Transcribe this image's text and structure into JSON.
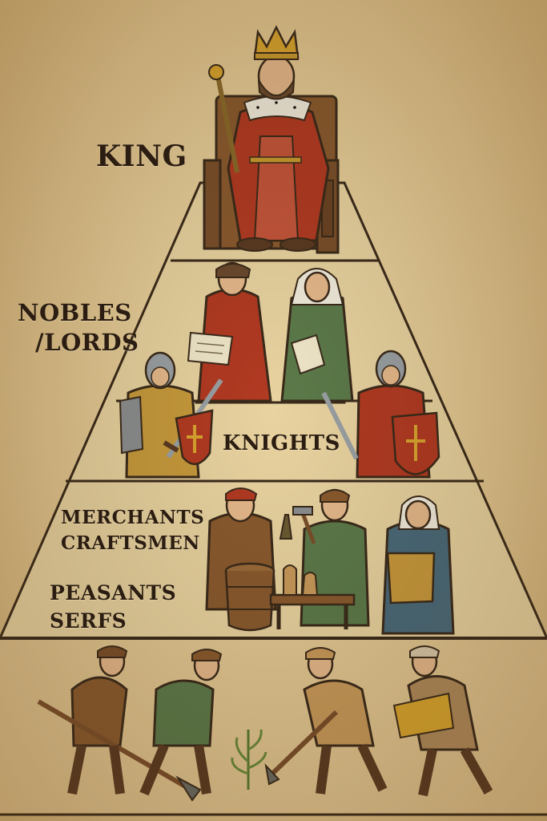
{
  "diagram": {
    "tiers": [
      {
        "id": "king",
        "lines": [
          "KING"
        ]
      },
      {
        "id": "nobles",
        "lines": [
          "NOBLES",
          "/LORDS"
        ]
      },
      {
        "id": "knights",
        "lines": [
          "KNIGHTS"
        ]
      },
      {
        "id": "middle",
        "lines": [
          "MERCHANTS",
          "CRAFTSMEN"
        ]
      },
      {
        "id": "peasants",
        "lines": [
          "PEASANTS",
          "SERFS"
        ]
      }
    ]
  },
  "colors": {
    "parchment": "#e7cf9c",
    "outline": "#3a2a1a",
    "text": "#2b1d12",
    "royal_red": "#b23a22",
    "noble_green": "#5c7a4a",
    "gold": "#c99a2e",
    "wood": "#7a4f2a"
  },
  "figures": [
    "king-on-throne",
    "noble-man-with-scroll",
    "noble-lady-with-scroll",
    "knight-left",
    "knight-right",
    "merchant-with-barrel",
    "craftsman-with-hammer",
    "woman-with-cloth",
    "peasant-with-hoe",
    "peasant-planting",
    "peasant-digging",
    "peasant-with-wheat"
  ]
}
